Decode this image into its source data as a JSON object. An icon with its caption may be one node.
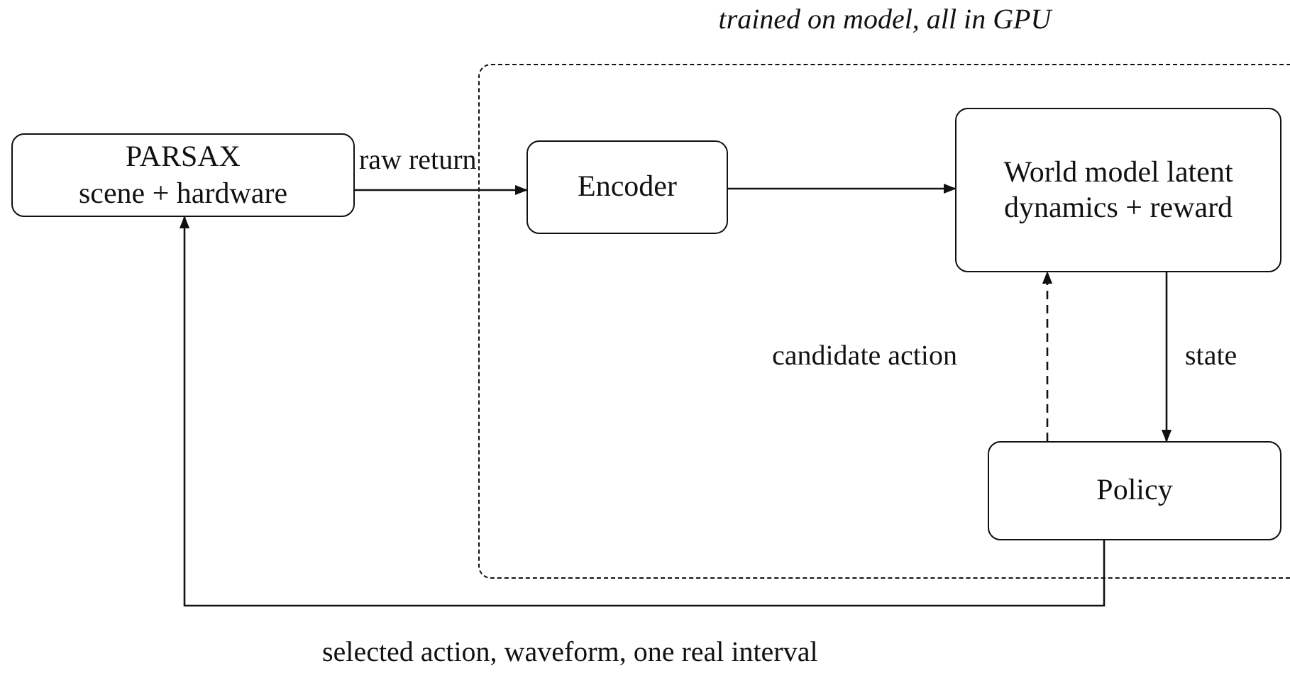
{
  "diagram": {
    "nodes": [
      {
        "text": [
          "trained on model, all in GPU"
        ]
      },
      {
        "text": [
          "PARSAX",
          "scene + hardware"
        ]
      },
      {
        "text": [
          "Encoder"
        ],
        "in": 0
      },
      {
        "text": [
          "World model latent dynamics + reward"
        ],
        "in": 0
      },
      {
        "text": [
          "Policy"
        ],
        "in": 0
      }
    ],
    "edges": [
      {
        "from": 1,
        "to": 2,
        "arrow": "to",
        "label": "raw return"
      },
      {
        "from": 2,
        "to": 3,
        "arrow": "to"
      },
      {
        "from": 3,
        "to": 4,
        "arrow": "to",
        "label": "state"
      },
      {
        "from": 4,
        "to": 3,
        "arrow": "to",
        "label": "candidate action",
        "style": "dashed"
      },
      {
        "from": 4,
        "to": 1,
        "arrow": "to",
        "label": "selected action, waveform, one real interval"
      }
    ]
  }
}
